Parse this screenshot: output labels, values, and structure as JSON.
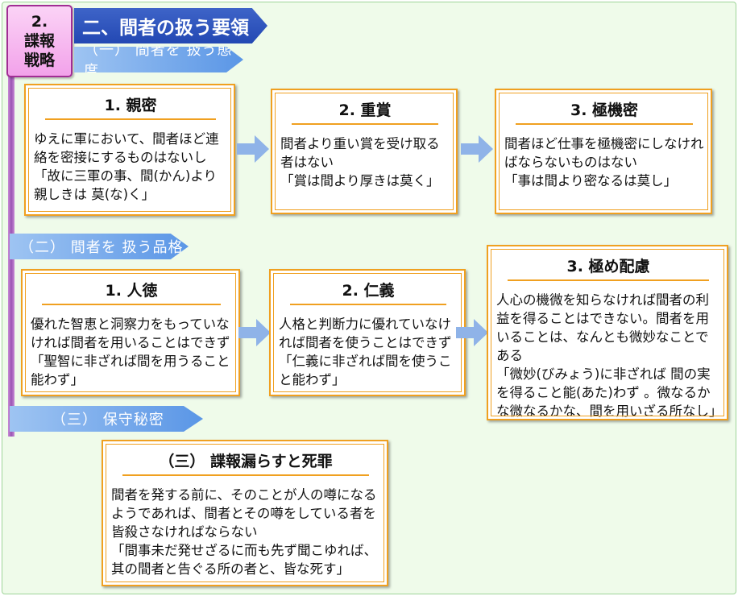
{
  "chapter": {
    "num": "2.",
    "line1": "諜報",
    "line2": "戦略"
  },
  "title": "二、間者の扱う要領",
  "sections": [
    {
      "label": "（一） 間者を 扱う態度"
    },
    {
      "label": "（二） 間者を 扱う品格"
    },
    {
      "label": "（三） 保守秘密"
    }
  ],
  "boxes": {
    "shinmitsu": {
      "title": "1. 親密",
      "text": "ゆえに軍において、間者ほど連絡を密接にするものはないし",
      "quote": "「故に三軍の事、間(かん)より親しきは 莫(な)く」"
    },
    "jusho": {
      "title": "2. 重賞",
      "text": "間者より重い賞を受け取る者はない",
      "quote": "「賞は間より厚きは莫く」"
    },
    "gokukimitsu": {
      "title": "3. 極機密",
      "text": "間者ほど仕事を極機密にしなければならないものはない",
      "quote": "「事は間より密なるは莫し」"
    },
    "jintoku": {
      "title": "1. 人徳",
      "text": "優れた智恵と洞察力をもっていなければ間者を用いることはできず",
      "quote": "「聖智に非ざれば間を用うること能わず」"
    },
    "jingi": {
      "title": "2. 仁義",
      "text": "人格と判断力に優れていなければ間者を使うことはできず",
      "quote": "「仁義に非ざれば間を使うこと能わず」"
    },
    "kyokumehairyo": {
      "title": "3. 極め配慮",
      "text": "人心の機微を知らなければ間者の利益を得ることはできない。間者を用いることは、なんとも微妙なことである",
      "quote": "「微妙(びみょう)に非ざれば 間の実を得ること能(あた)わず 。微なるかな微なるかな、間を用いざる所なし」"
    },
    "shizai": {
      "title": "（三） 諜報漏らすと死罪",
      "text": "間者を発する前に、そのことが人の噂になるようであれば、間者とその噂をしている者を皆殺さなければならない",
      "quote": "「間事未だ発せざるに而も先ず聞こゆれば、其の間者と告ぐる所の者と、皆な死す」"
    }
  },
  "colors": {
    "box_border": "#f0a020",
    "title_banner": "#2348b3",
    "section_banner": "#5a96e6",
    "arrow": "#8fb3e8",
    "chapter_border": "#a12d94"
  },
  "icons": [
    "right-arrow-icon"
  ]
}
